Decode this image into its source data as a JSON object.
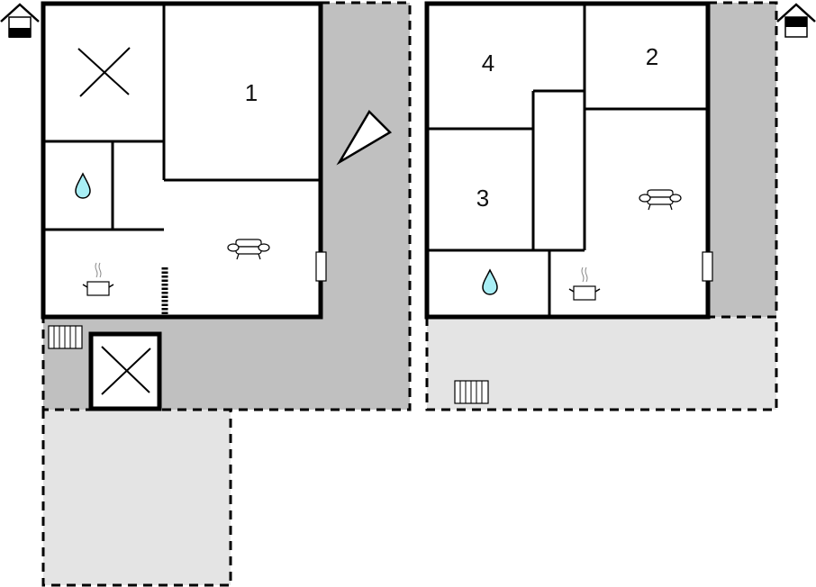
{
  "title": "Floor plan",
  "colors": {
    "wall": "#000000",
    "terrace_covered": "#c0c0c0",
    "terrace_open": "#e4e4e4",
    "water": "#a8eef5",
    "background": "#ffffff"
  },
  "buildings": [
    {
      "name": "left-house",
      "rooms": [
        {
          "label": "1",
          "type": "bedroom"
        },
        {
          "label": "",
          "type": "open-space-cross"
        },
        {
          "label": "",
          "type": "bathroom",
          "icon": "water-drop-icon"
        },
        {
          "label": "",
          "type": "living-kitchen",
          "icons": [
            "sofa-icon",
            "cooking-pot-icon",
            "stairs-icon"
          ]
        }
      ],
      "outdoor": [
        "covered-terrace",
        "open-terrace",
        "shed-cross",
        "bench-icon",
        "compass-pointer"
      ]
    },
    {
      "name": "right-house",
      "rooms": [
        {
          "label": "4",
          "type": "bedroom"
        },
        {
          "label": "2",
          "type": "bedroom"
        },
        {
          "label": "3",
          "type": "bedroom"
        },
        {
          "label": "",
          "type": "corridor"
        },
        {
          "label": "",
          "type": "bathroom",
          "icon": "water-drop-icon"
        },
        {
          "label": "",
          "type": "living-kitchen",
          "icons": [
            "sofa-icon",
            "cooking-pot-icon"
          ]
        }
      ],
      "outdoor": [
        "covered-terrace",
        "open-terrace",
        "bench-icon"
      ]
    }
  ],
  "labels": {
    "room1": "1",
    "room2": "2",
    "room3": "3",
    "room4": "4"
  },
  "icons": [
    "house-entrance-icon",
    "house-entrance-icon",
    "compass-pointer-icon"
  ]
}
